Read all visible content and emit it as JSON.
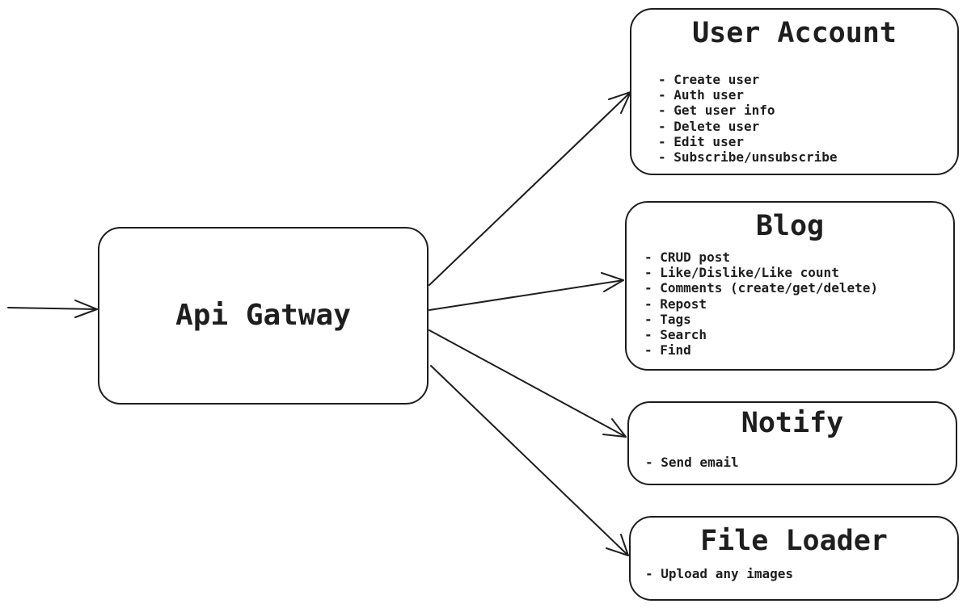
{
  "diagram": {
    "nodes": {
      "gateway": {
        "title": "Api Gatway"
      },
      "user_account": {
        "title": "User Account",
        "items": [
          "- Create user",
          "- Auth user",
          "- Get user info",
          "- Delete user",
          "- Edit user",
          "- Subscribe/unsubscribe"
        ]
      },
      "blog": {
        "title": "Blog",
        "items": [
          "- CRUD post",
          "- Like/Dislike/Like count",
          "- Comments (create/get/delete)",
          "- Repost",
          "- Tags",
          "- Search",
          "- Find"
        ]
      },
      "notify": {
        "title": "Notify",
        "items": [
          "- Send email"
        ]
      },
      "file_loader": {
        "title": "File Loader",
        "items": [
          "- Upload any images"
        ]
      }
    },
    "edges": [
      {
        "from": "external",
        "to": "gateway"
      },
      {
        "from": "gateway",
        "to": "user_account"
      },
      {
        "from": "gateway",
        "to": "blog"
      },
      {
        "from": "gateway",
        "to": "notify"
      },
      {
        "from": "gateway",
        "to": "file_loader"
      }
    ],
    "colors": {
      "stroke": "#1e1e1e",
      "background": "#ffffff"
    }
  }
}
